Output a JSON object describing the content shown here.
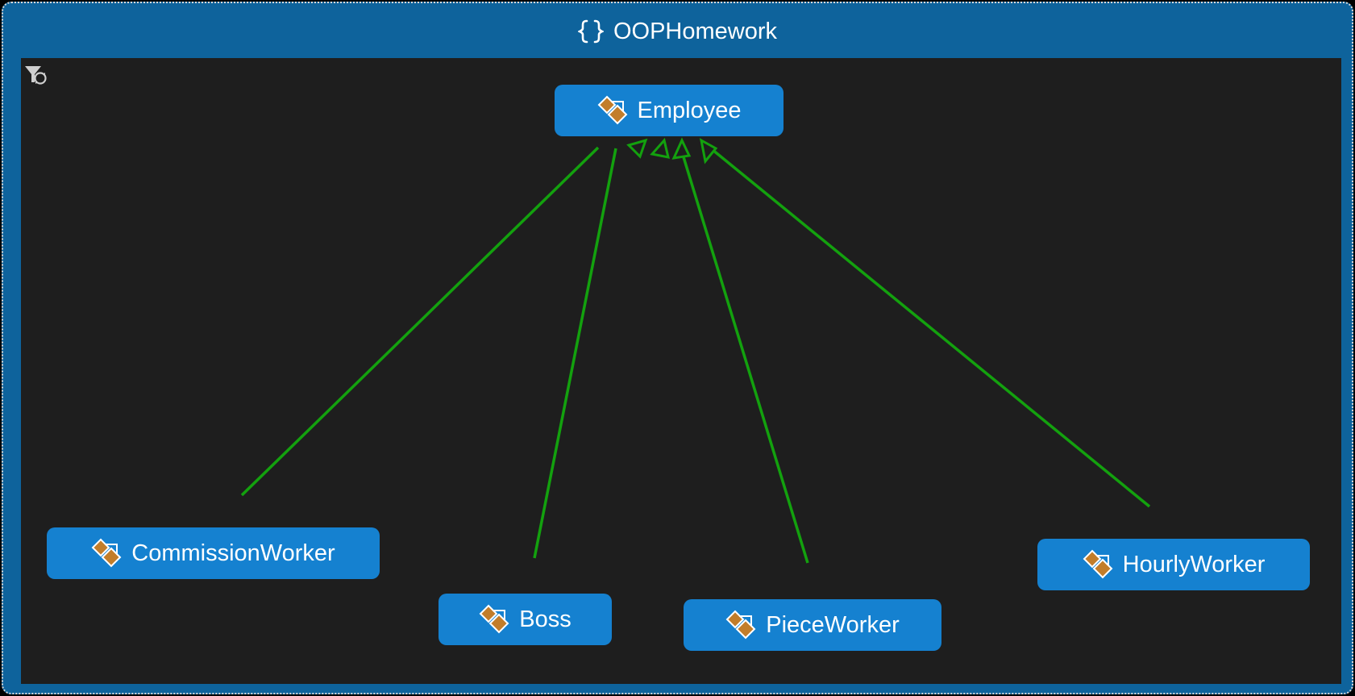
{
  "diagram": {
    "namespace_title": "OOPHomework",
    "icons": {
      "namespace": "braces-namespace-icon",
      "class": "class-icon",
      "filter": "filter-refresh-icon"
    },
    "colors": {
      "frame": "#0e639c",
      "canvas": "#1e1e1e",
      "node": "#1581d0",
      "edge": "#13a10e",
      "class_icon": "#c27d2a"
    },
    "nodes": {
      "employee": "Employee",
      "commission_worker": "CommissionWorker",
      "boss": "Boss",
      "piece_worker": "PieceWorker",
      "hourly_worker": "HourlyWorker"
    },
    "relations": [
      {
        "from": "CommissionWorker",
        "to": "Employee",
        "type": "inheritance"
      },
      {
        "from": "Boss",
        "to": "Employee",
        "type": "inheritance"
      },
      {
        "from": "PieceWorker",
        "to": "Employee",
        "type": "inheritance"
      },
      {
        "from": "HourlyWorker",
        "to": "Employee",
        "type": "inheritance"
      }
    ]
  }
}
